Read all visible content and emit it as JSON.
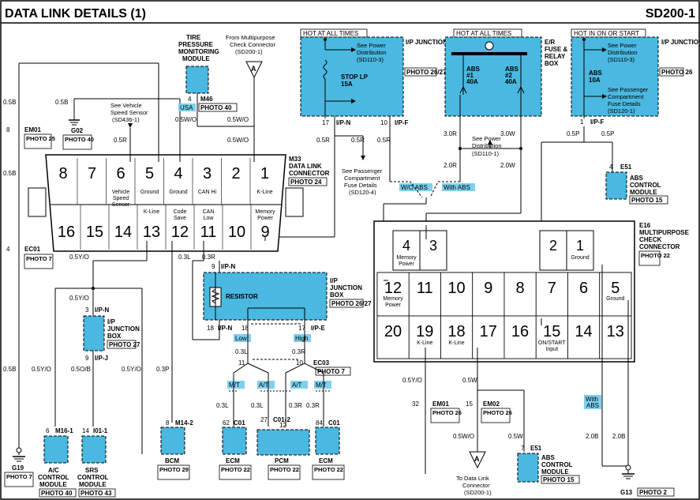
{
  "header": {
    "title": "DATA LINK DETAILS (1)",
    "code": "SD200-1"
  },
  "fuse_boxes": [
    {
      "hot": "HOT AT ALL TIMES",
      "name": "I/P JUNCTION BOX",
      "photo": "PHOTO 26/27",
      "see1": "See Power",
      "see2": "Distribution",
      "see3": "(SD110-3)",
      "fuse_name": "STOP LP",
      "fuse_amp": "15A"
    },
    {
      "hot": "HOT AT ALL TIMES",
      "name": "E/R FUSE & RELAY BOX",
      "abs1": "ABS",
      "abs1_num": "#1",
      "abs1_amp": "40A",
      "abs2": "ABS",
      "abs2_num": "#2",
      "abs2_amp": "40A"
    },
    {
      "hot": "HOT IN ON OR START",
      "name": "I/P JUNCTION BOX",
      "photo": "PHOTO 26",
      "see1": "See Power",
      "see2": "Distribution",
      "see3": "(SD110-3)",
      "fuse_name": "ABS",
      "fuse_amp": "10A",
      "see4": "See Passenger",
      "see5": "Compartment",
      "see6": "Fuse Details",
      "see7": "(SD120-1)"
    }
  ],
  "m33": {
    "title": "M33",
    "name1": "DATA LINK",
    "name2": "CONNECTOR",
    "photo": "PHOTO 24",
    "top_pins": [
      {
        "n": "8",
        "l1": "",
        "l2": "",
        "l3": ""
      },
      {
        "n": "7",
        "l1": "",
        "l2": "",
        "l3": ""
      },
      {
        "n": "6",
        "l1": "Vehicle",
        "l2": "Speed",
        "l3": "Sensor"
      },
      {
        "n": "5",
        "l1": "Ground",
        "l2": "",
        "l3": ""
      },
      {
        "n": "4",
        "l1": "Ground",
        "l2": "",
        "l3": ""
      },
      {
        "n": "3",
        "l1": "CAN Hi",
        "l2": "",
        "l3": ""
      },
      {
        "n": "2",
        "l1": "",
        "l2": "",
        "l3": ""
      },
      {
        "n": "1",
        "l1": "K-Line",
        "l2": "",
        "l3": ""
      }
    ],
    "bottom_pins": [
      {
        "n": "16",
        "l1": "",
        "l2": ""
      },
      {
        "n": "15",
        "l1": "",
        "l2": ""
      },
      {
        "n": "14",
        "l1": "",
        "l2": ""
      },
      {
        "n": "13",
        "l1": "K-Line",
        "l2": ""
      },
      {
        "n": "12",
        "l1": "Code",
        "l2": "Save"
      },
      {
        "n": "11",
        "l1": "CAN",
        "l2": "Low"
      },
      {
        "n": "10",
        "l1": "",
        "l2": ""
      },
      {
        "n": "9",
        "l1": "Memory",
        "l2": "Power"
      }
    ]
  },
  "e16": {
    "title": "E16",
    "name1": "MULTIPURPOSE",
    "name2": "CHECK",
    "name3": "CONNECTOR",
    "photo": "PHOTO 22",
    "row1": [
      {
        "n": "4",
        "l1": "Memory",
        "l2": "Power"
      },
      {
        "n": "3",
        "l1": "",
        "l2": ""
      },
      {
        "n": "2",
        "l1": "",
        "l2": ""
      },
      {
        "n": "1",
        "l1": "Ground",
        "l2": ""
      }
    ],
    "row2": [
      {
        "n": "12",
        "l1": "Memory",
        "l2": "Power"
      },
      {
        "n": "11",
        "l1": "",
        "l2": ""
      },
      {
        "n": "10",
        "l1": "",
        "l2": ""
      },
      {
        "n": "9",
        "l1": "",
        "l2": ""
      },
      {
        "n": "8",
        "l1": "",
        "l2": ""
      },
      {
        "n": "7",
        "l1": "",
        "l2": ""
      },
      {
        "n": "6",
        "l1": "",
        "l2": ""
      },
      {
        "n": "5",
        "l1": "Ground",
        "l2": ""
      }
    ],
    "row3": [
      {
        "n": "20",
        "l1": "",
        "l2": ""
      },
      {
        "n": "19",
        "l1": "K-Line",
        "l2": ""
      },
      {
        "n": "18",
        "l1": "K-Line",
        "l2": ""
      },
      {
        "n": "17",
        "l1": "",
        "l2": ""
      },
      {
        "n": "16",
        "l1": "",
        "l2": ""
      },
      {
        "n": "15",
        "l1": "ON/START",
        "l2": "Input"
      },
      {
        "n": "14",
        "l1": "",
        "l2": ""
      },
      {
        "n": "13",
        "l1": "",
        "l2": ""
      }
    ]
  },
  "tpms": {
    "t1": "TIRE",
    "t2": "PRESSURE",
    "t3": "MONITORING",
    "t4": "MODULE",
    "pin": "4",
    "conn": "M46",
    "photo": "PHOTO 40",
    "badge": "USA"
  },
  "from_conn": {
    "t1": "From Multipurpose",
    "t2": "Check Connector",
    "t3": "(SD200-1)",
    "letter": "A"
  },
  "to_conn": {
    "t1": "To Data Link",
    "t2": "Connector",
    "t3": "(SD200-1)",
    "letter": "A"
  },
  "vss": {
    "t1": "See Vehicle",
    "t2": "Speed Sensor",
    "t3": "(SD436-1)"
  },
  "ip_resistor": {
    "pin9": "9",
    "conn": "I/P-N",
    "label": "RESISTOR",
    "name1": "I/P",
    "name2": "JUNCTION",
    "name3": "BOX",
    "photo": "PHOTO 26/27",
    "pin18a": "18",
    "conn18": "I/P-N",
    "pin18b": "18",
    "pin17": "17",
    "conn17": "I/P-E",
    "low": "Low",
    "high": "High"
  },
  "ip_junction_small": {
    "pin3": "3",
    "conn3": "I/P-N",
    "name1": "I/P",
    "name2": "JUNCTION",
    "name3": "BOX",
    "photo": "PHOTO 27",
    "pin9": "9",
    "conn9": "I/P-J"
  },
  "splice_labels": {
    "ec01": "EC01",
    "ec03": "EC03",
    "em01": "EM01",
    "em02": "EM02",
    "g02": "G02",
    "p11": "11",
    "p10": "10",
    "p4": "4",
    "p8": "8",
    "p32": "32",
    "p15": "15",
    "photo7": "PHOTO 7",
    "photo26": "PHOTO 26",
    "photo40": "PHOTO 40",
    "photo25": "PHOTO 25"
  },
  "passenger": {
    "t1": "See Passenger",
    "t2": "Compartment",
    "t3": "Fuse Details",
    "t4": "(SD120-4)"
  },
  "power_dist": {
    "t1": "See Power",
    "t2": "Distribution",
    "t3": "(SD110-1)"
  },
  "badges": {
    "wo_abs": "W/O ABS",
    "with_abs": "With ABS",
    "with_abs2a": "With",
    "with_abs2b": "ABS",
    "mt1": "M/T",
    "at1": "A/T",
    "at2": "A/T",
    "mt2": "M/T"
  },
  "wires": {
    "w05b": "0.5B",
    "w05r": "0.5R",
    "w05p": "0.5P",
    "w05w": "0.5W",
    "w05wo": "0.5W/O",
    "w05yo": "0.5Y/O",
    "w05ob": "0.5O/B",
    "w3r": "3.0R",
    "w3w": "3.0W",
    "w2r": "2.0R",
    "w2w": "2.0W",
    "w2b": "2.0B",
    "w03l": "0.3L",
    "w03r": "0.3R",
    "w03p": "0.3P"
  },
  "ground_labels": {
    "g19": "G19",
    "g19_photo": "PHOTO 7",
    "g13": "G13",
    "g13_photo": "PHOTO 2"
  },
  "modules": [
    {
      "pin": "6",
      "conn": "M16-1",
      "n1": "A/C",
      "n2": "CONTROL",
      "n3": "MODULE",
      "photo": "PHOTO 40"
    },
    {
      "pin": "14",
      "conn": "I01-1",
      "n1": "SRS",
      "n2": "CONTROL",
      "n3": "MODULE",
      "photo": "PHOTO 43"
    },
    {
      "pin": "8",
      "conn": "M14-2",
      "n1": "BCM",
      "n2": "",
      "n3": "",
      "photo": "PHOTO 29"
    },
    {
      "pin": "62",
      "conn": "C01",
      "n1": "ECM",
      "n2": "",
      "n3": "",
      "photo": "PHOTO 22"
    },
    {
      "pin": "27",
      "conn": "C01-2",
      "pin2": "12",
      "n1": "PCM",
      "n2": "",
      "n3": "",
      "photo": "PHOTO 22"
    },
    {
      "pin": "84",
      "conn": "C01",
      "n1": "ECM",
      "n2": "",
      "n3": "",
      "photo": "PHOTO 22"
    },
    {
      "pin": "4",
      "conn": "E51",
      "n1": "ABS",
      "n2": "CONTROL",
      "n3": "MODULE",
      "photo": "PHOTO 15"
    },
    {
      "pin": "7",
      "conn": "E51",
      "n1": "ABS",
      "n2": "CONTROL",
      "n3": "MODULE",
      "photo": "PHOTO 15"
    }
  ],
  "colors": {
    "module_blue": "#4ab8e0",
    "badge_blue": "#7ed0ee",
    "line": "#000000"
  }
}
